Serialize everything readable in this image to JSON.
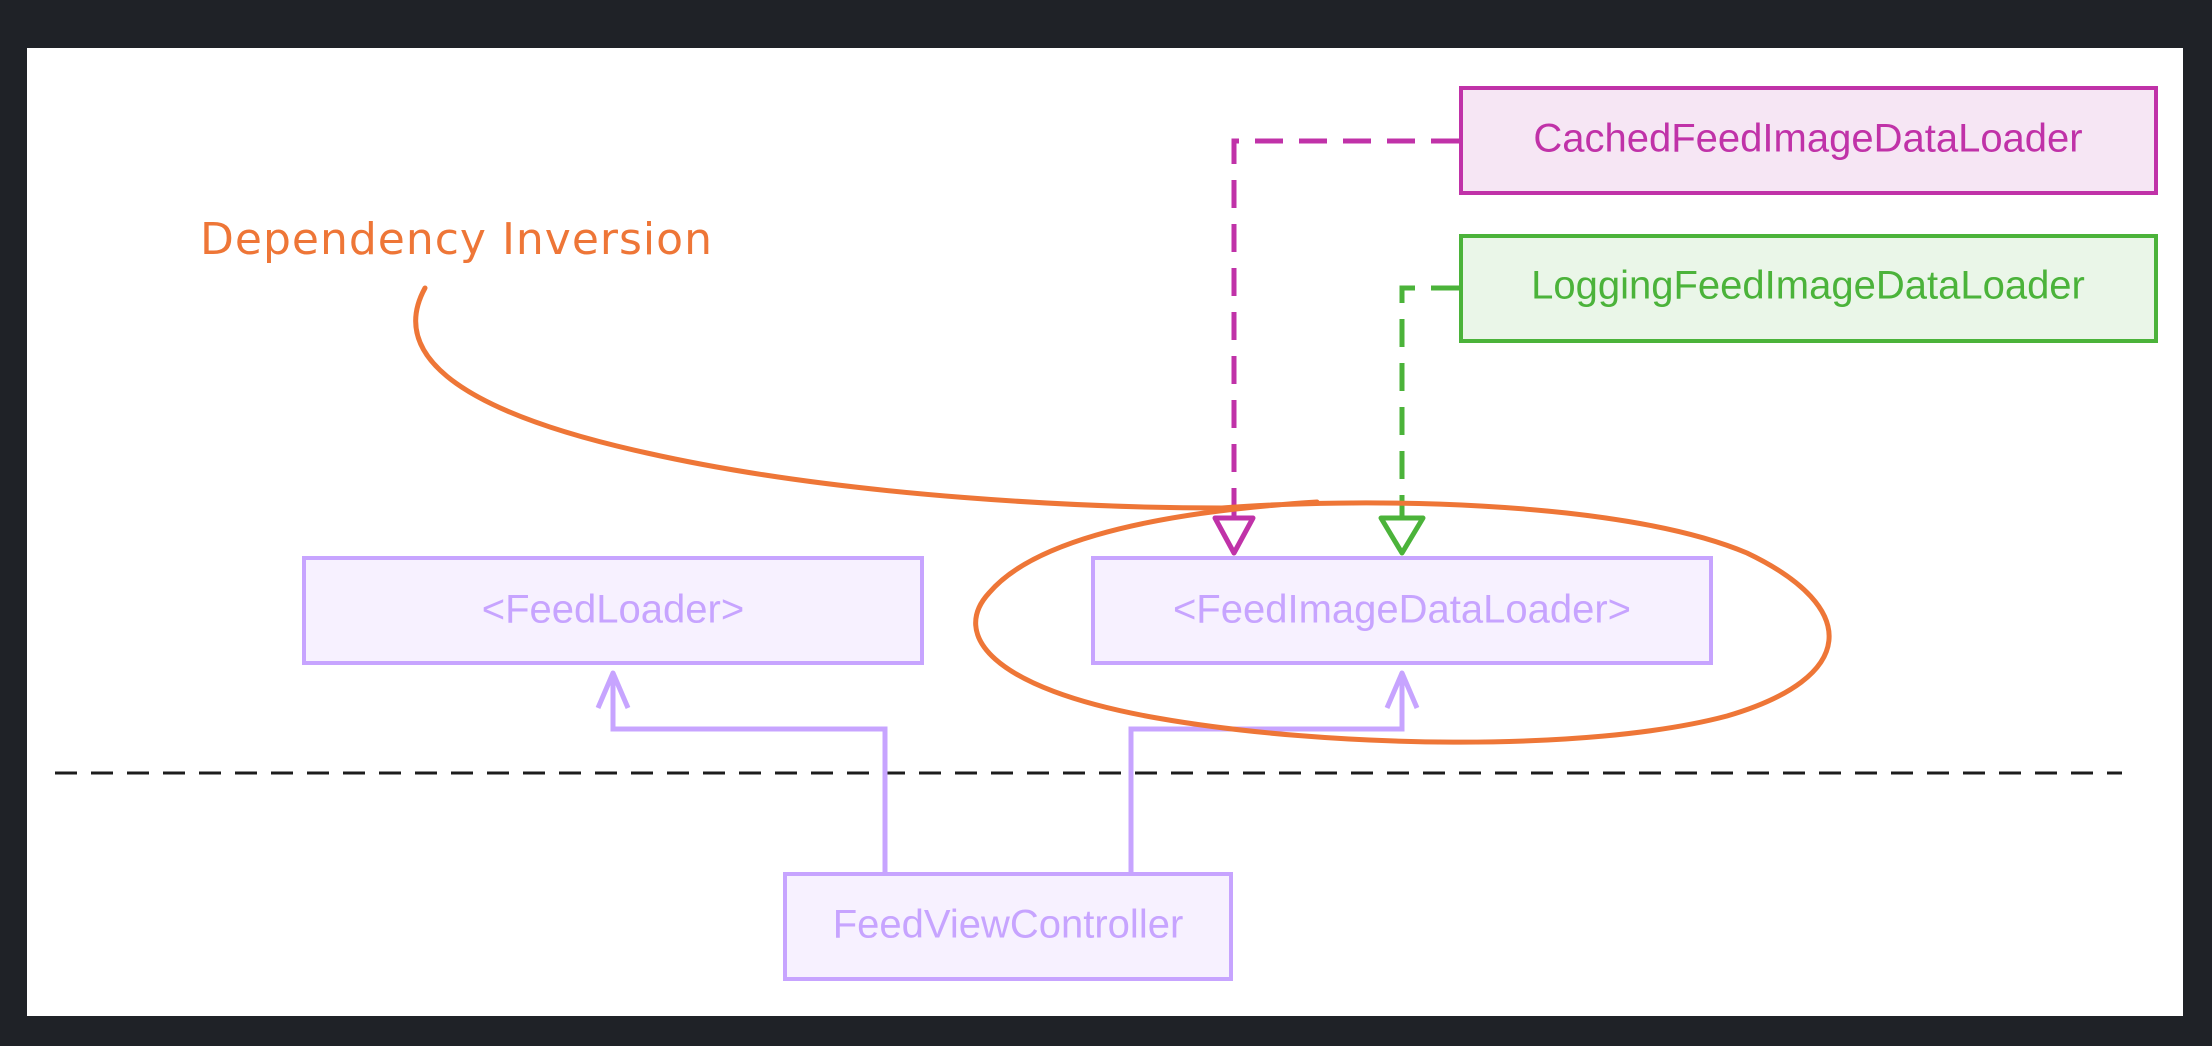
{
  "annotation": {
    "label": "Dependency Inversion",
    "color": "#ee7637"
  },
  "boxes": {
    "cached": {
      "label": "CachedFeedImageDataLoader",
      "stroke": "#c032a8",
      "fill": "#f6e6f4",
      "text": "#c032a8"
    },
    "logging": {
      "label": "LoggingFeedImageDataLoader",
      "stroke": "#4bb33a",
      "fill": "#eaf6e8",
      "text": "#4bb33a"
    },
    "feed_loader": {
      "label": "<FeedLoader>",
      "stroke": "#c7a4ff",
      "fill": "#f7f1ff",
      "text": "#c7a4ff"
    },
    "image_loader": {
      "label": "<FeedImageDataLoader>",
      "stroke": "#c7a4ff",
      "fill": "#f7f1ff",
      "text": "#c7a4ff"
    },
    "controller": {
      "label": "FeedViewController",
      "stroke": "#c7a4ff",
      "fill": "#f7f1ff",
      "text": "#c7a4ff"
    }
  },
  "boundary": {
    "color": "#1c1c1c"
  }
}
